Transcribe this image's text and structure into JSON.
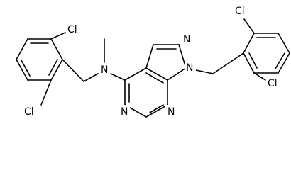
{
  "atoms": [
    {
      "id": "cl_top_left",
      "text": "Cl"
    },
    {
      "id": "cl_bottom_left",
      "text": "Cl"
    },
    {
      "id": "n_amine",
      "text": "N"
    },
    {
      "id": "n_purine_7",
      "text": "N"
    },
    {
      "id": "n_purine_9",
      "text": "N"
    },
    {
      "id": "n_purine_1",
      "text": "N"
    },
    {
      "id": "n_purine_3",
      "text": "N"
    },
    {
      "id": "cl_top_right",
      "text": "Cl"
    },
    {
      "id": "cl_bottom_right",
      "text": "Cl"
    }
  ]
}
